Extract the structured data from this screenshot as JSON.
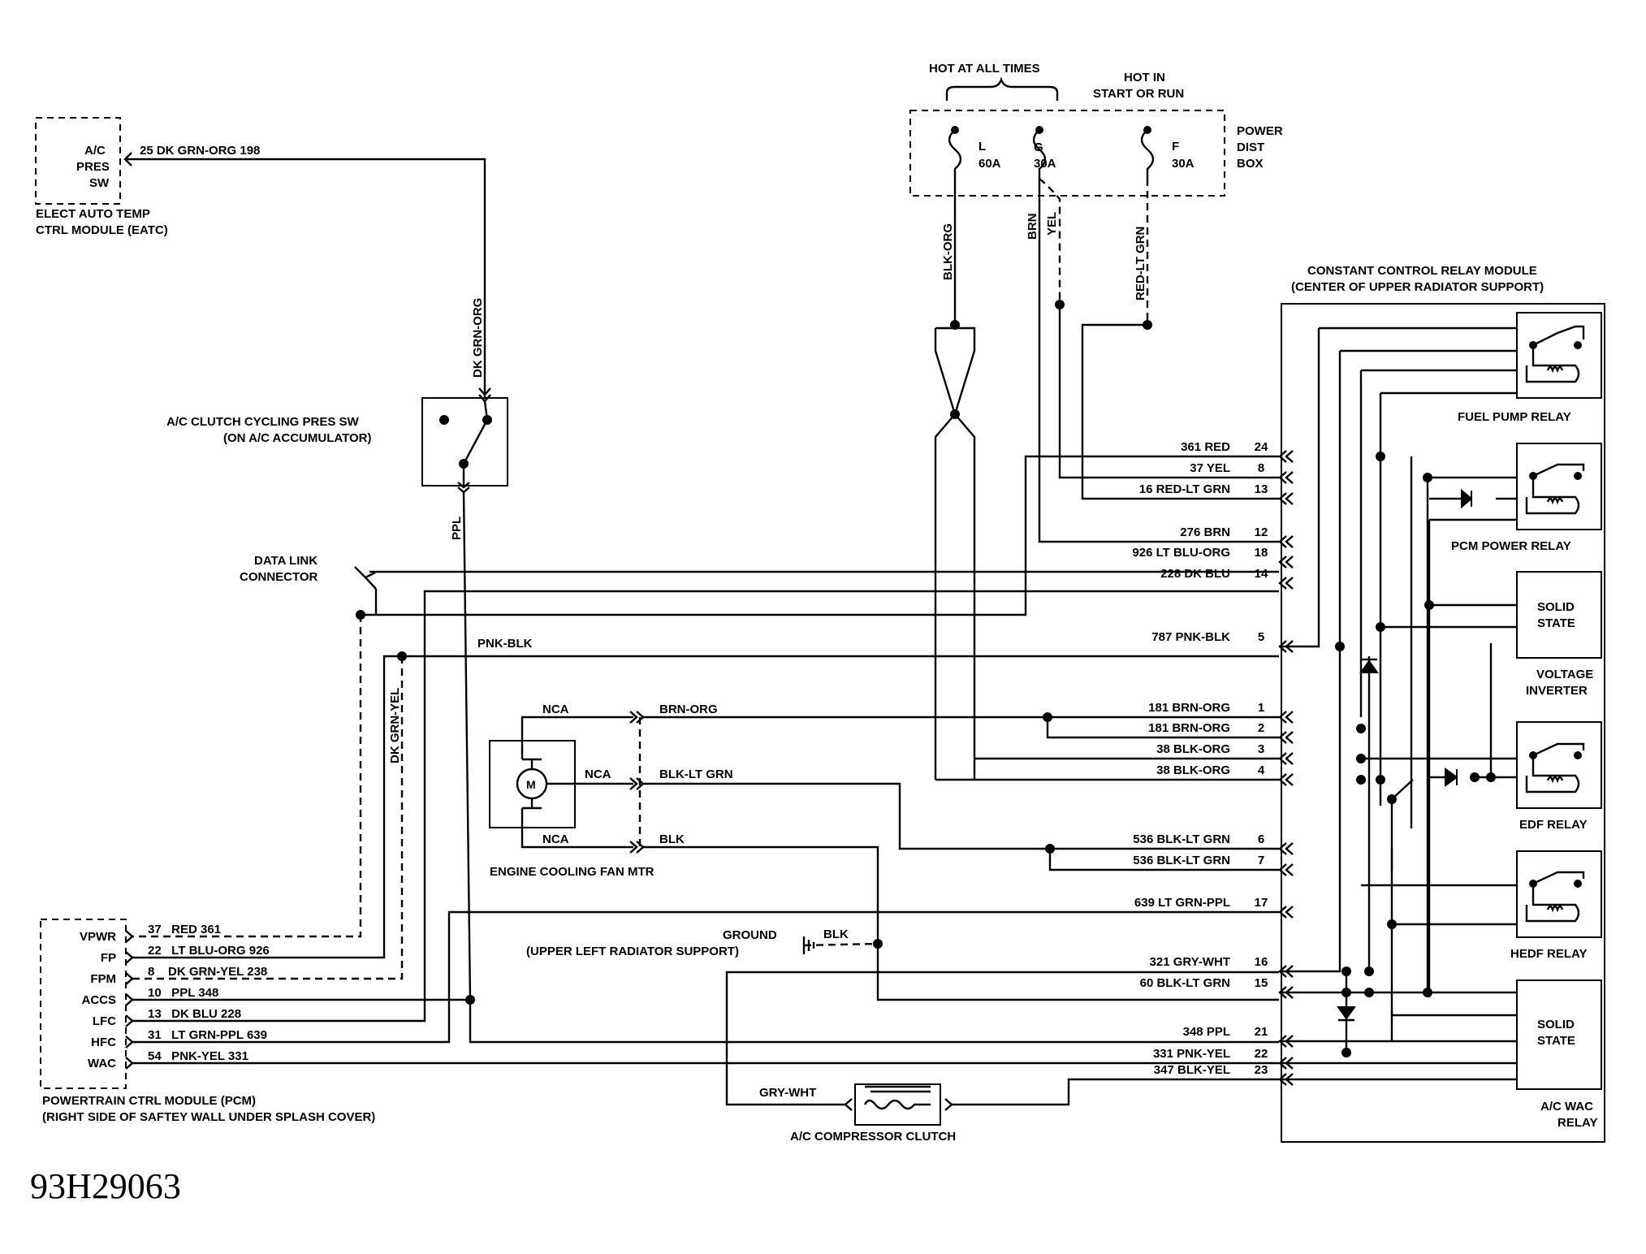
{
  "diagram_id": "93H29063",
  "power_dist": {
    "hot_all": "HOT AT ALL TIMES",
    "hot_in_1": "HOT IN",
    "hot_in_2": "START OR RUN",
    "title_1": "POWER",
    "title_2": "DIST",
    "title_3": "BOX",
    "fuses": [
      {
        "letter": "L",
        "amps": "60A"
      },
      {
        "letter": "G",
        "amps": "30A"
      },
      {
        "letter": "F",
        "amps": "30A"
      }
    ],
    "wires": [
      "BLK-ORG",
      "BRN",
      "YEL",
      "RED-LT GRN"
    ]
  },
  "eatc": {
    "pins": [
      "A/C",
      "PRES",
      "SW"
    ],
    "name_1": "ELECT AUTO TEMP",
    "name_2": "CTRL MODULE (EATC)",
    "wire_label": "25   DK GRN-ORG 198",
    "vertical_wire": "DK GRN-ORG"
  },
  "clutch_sw": {
    "name_1": "A/C CLUTCH CYCLING PRES SW",
    "name_2": "(ON A/C ACCUMULATOR)",
    "wire": "PPL"
  },
  "dlc": {
    "name_1": "DATA LINK",
    "name_2": "CONNECTOR"
  },
  "left_wires": {
    "pnk_blk": "PNK-BLK",
    "dk_grn_yel": "DK GRN-YEL"
  },
  "fan": {
    "name": "ENGINE COOLING FAN MTR",
    "motor_symbol": "M",
    "nca": "NCA",
    "wires": [
      "BRN-ORG",
      "BLK-LT GRN",
      "BLK"
    ]
  },
  "ground": {
    "name_1": "GROUND",
    "name_2": "(UPPER LEFT RADIATOR SUPPORT)",
    "wire": "BLK"
  },
  "pcm": {
    "pins": [
      {
        "name": "VPWR",
        "wire": "37   RED 361"
      },
      {
        "name": "FP",
        "wire": "22   LT BLU-ORG 926"
      },
      {
        "name": "FPM",
        "wire": "8    DK GRN-YEL 238"
      },
      {
        "name": "ACCS",
        "wire": "10   PPL 348"
      },
      {
        "name": "LFC",
        "wire": "13   DK BLU 228"
      },
      {
        "name": "HFC",
        "wire": "31   LT GRN-PPL 639"
      },
      {
        "name": "WAC",
        "wire": "54   PNK-YEL 331"
      }
    ],
    "name_1": "POWERTRAIN CTRL MODULE (PCM)",
    "name_2": "(RIGHT SIDE OF SAFTEY WALL UNDER SPLASH COVER)"
  },
  "compressor": {
    "name": "A/C COMPRESSOR CLUTCH",
    "wire": "GRY-WHT"
  },
  "ccrm": {
    "name_1": "CONSTANT CONTROL RELAY MODULE",
    "name_2": "(CENTER OF UPPER RADIATOR SUPPORT)",
    "pins": [
      {
        "label": "361 RED",
        "pin": "24"
      },
      {
        "label": "37 YEL",
        "pin": "8"
      },
      {
        "label": "16 RED-LT GRN",
        "pin": "13"
      },
      {
        "label": "276 BRN",
        "pin": "12"
      },
      {
        "label": "926 LT BLU-ORG",
        "pin": "18"
      },
      {
        "label": "228 DK BLU",
        "pin": "14"
      },
      {
        "label": "787 PNK-BLK",
        "pin": "5"
      },
      {
        "label": "181 BRN-ORG",
        "pin": "1"
      },
      {
        "label": "181 BRN-ORG",
        "pin": "2"
      },
      {
        "label": "38 BLK-ORG",
        "pin": "3"
      },
      {
        "label": "38 BLK-ORG",
        "pin": "4"
      },
      {
        "label": "536 BLK-LT GRN",
        "pin": "6"
      },
      {
        "label": "536 BLK-LT GRN",
        "pin": "7"
      },
      {
        "label": "639 LT GRN-PPL",
        "pin": "17"
      },
      {
        "label": "321 GRY-WHT",
        "pin": "16"
      },
      {
        "label": "60 BLK-LT GRN",
        "pin": "15"
      },
      {
        "label": "348 PPL",
        "pin": "21"
      },
      {
        "label": "331 PNK-YEL",
        "pin": "22"
      },
      {
        "label": "347 BLK-YEL",
        "pin": "23"
      }
    ],
    "relays": {
      "fuel_pump": "FUEL PUMP RELAY",
      "pcm_power": "PCM POWER RELAY",
      "solid_state": [
        "SOLID",
        "STATE"
      ],
      "inverter": [
        "VOLTAGE",
        "INVERTER"
      ],
      "edf": "EDF RELAY",
      "hedf": "HEDF RELAY",
      "wac": [
        "A/C WAC",
        "RELAY"
      ]
    }
  }
}
